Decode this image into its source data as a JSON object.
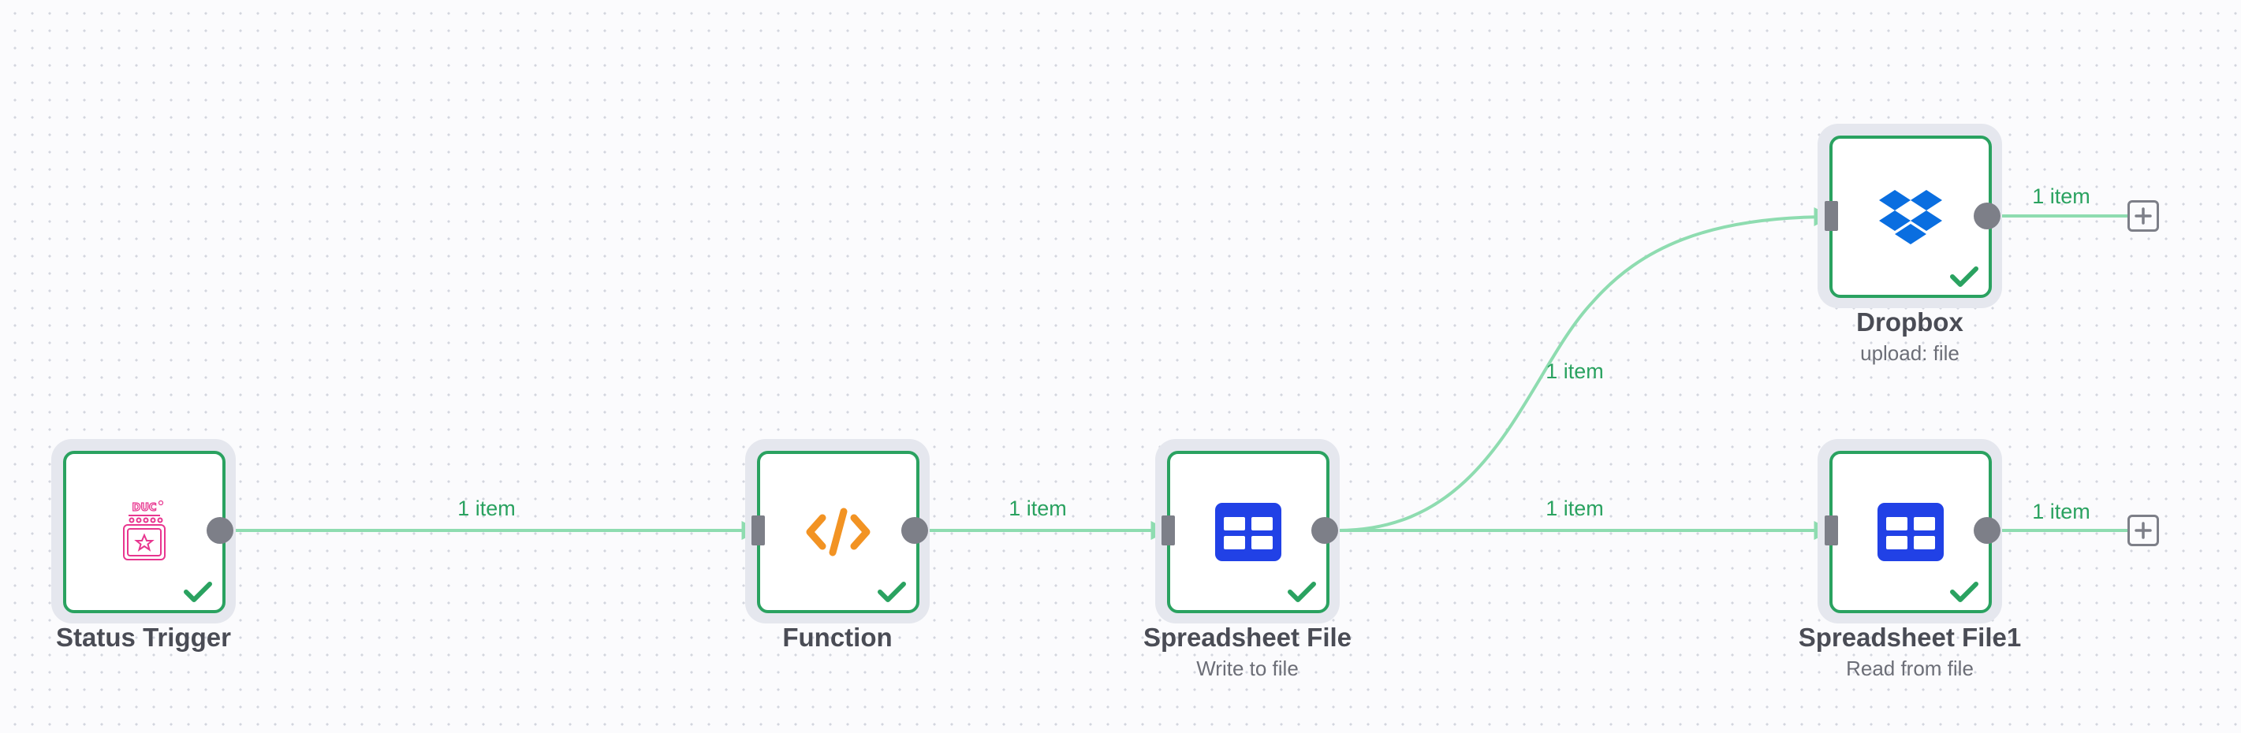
{
  "canvas": {
    "nodes": [
      {
        "id": "status-trigger",
        "title": "Status Trigger",
        "subtitle": "",
        "icon": "calendar-status-icon",
        "status": "success"
      },
      {
        "id": "function",
        "title": "Function",
        "subtitle": "",
        "icon": "code-brackets-icon",
        "status": "success"
      },
      {
        "id": "spreadsheet-file",
        "title": "Spreadsheet File",
        "subtitle": "Write to file",
        "icon": "spreadsheet-table-icon",
        "status": "success"
      },
      {
        "id": "dropbox",
        "title": "Dropbox",
        "subtitle": "upload: file",
        "icon": "dropbox-icon",
        "status": "success"
      },
      {
        "id": "spreadsheet-file1",
        "title": "Spreadsheet File1",
        "subtitle": "Read from file",
        "icon": "spreadsheet-table-icon",
        "status": "success"
      }
    ],
    "edges": [
      {
        "from": "status-trigger",
        "to": "function",
        "label": "1 item"
      },
      {
        "from": "function",
        "to": "spreadsheet-file",
        "label": "1 item"
      },
      {
        "from": "spreadsheet-file",
        "to": "dropbox",
        "label": "1 item"
      },
      {
        "from": "spreadsheet-file",
        "to": "spreadsheet-file1",
        "label": "1 item"
      },
      {
        "from": "dropbox",
        "to": "add-node",
        "label": "1 item"
      },
      {
        "from": "spreadsheet-file1",
        "to": "add-node",
        "label": "1 item"
      }
    ],
    "colors": {
      "success_border": "#2aa260",
      "edge": "#8edcb0",
      "edge_label": "#2aa260",
      "handle": "#7d7f88",
      "spreadsheet_icon": "#2141e6",
      "function_icon": "#f29323",
      "dropbox_icon": "#0a6ee0",
      "trigger_icon": "#e8368f"
    }
  }
}
